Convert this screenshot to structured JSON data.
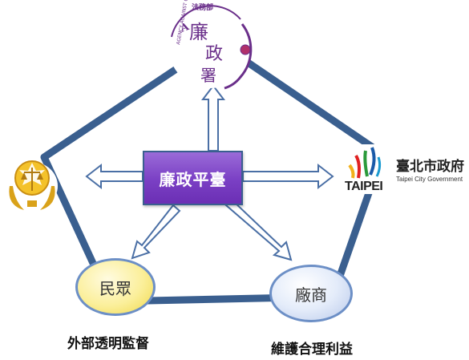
{
  "center": {
    "label": "廉政平臺"
  },
  "top_logo": {
    "agency_small": "法務部",
    "chars": [
      "廉",
      "政",
      "署"
    ],
    "ring_text": "AGENCY AGAINST CORRUPTION",
    "icon": "anti-corruption-agency-seal"
  },
  "left_logo": {
    "icon": "judicial-emblem-scales"
  },
  "right_logo": {
    "name": "臺北市政府",
    "sub": "Taipei City Government",
    "word": "TAIPEI",
    "icon": "taipei-city-logo"
  },
  "nodes": [
    {
      "label": "民眾",
      "caption": "外部透明監督"
    },
    {
      "label": "廠商",
      "caption": "維護合理利益"
    }
  ],
  "colors": {
    "pentagon": "#3a5f8f",
    "arrow_fill": "#ffffff",
    "arrow_stroke": "#4a6fa5",
    "center": "#7a3fc4"
  }
}
